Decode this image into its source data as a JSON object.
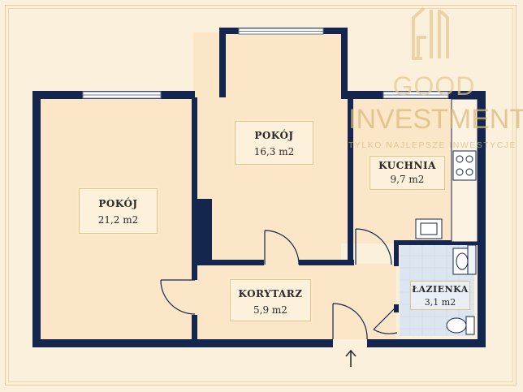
{
  "rooms": [
    {
      "name": "POKÓJ",
      "area": "21,2 m2"
    },
    {
      "name": "POKÓJ",
      "area": "16,3 m2"
    },
    {
      "name": "KUCHNIA",
      "area": "9,7 m2"
    },
    {
      "name": "KORYTARZ",
      "area": "5,9 m2"
    },
    {
      "name": "ŁAZIENKA",
      "area": "3,1 m2"
    }
  ],
  "logo": {
    "line1": "GOOD",
    "line2": "INVESTMENT",
    "tagline": "TYLKO NAJLEPSZE INWESTYCJE"
  },
  "colors": {
    "wall": "#14264d",
    "floor": "#fbe6c8",
    "bathroom_floor": "#dce6f0",
    "background": "#fbf0dc",
    "label_border": "#e0c58a",
    "logo": "#d9b97b"
  },
  "icons": {
    "entrance": "arrow-up-icon",
    "logo_mark": "building-logo-icon"
  }
}
